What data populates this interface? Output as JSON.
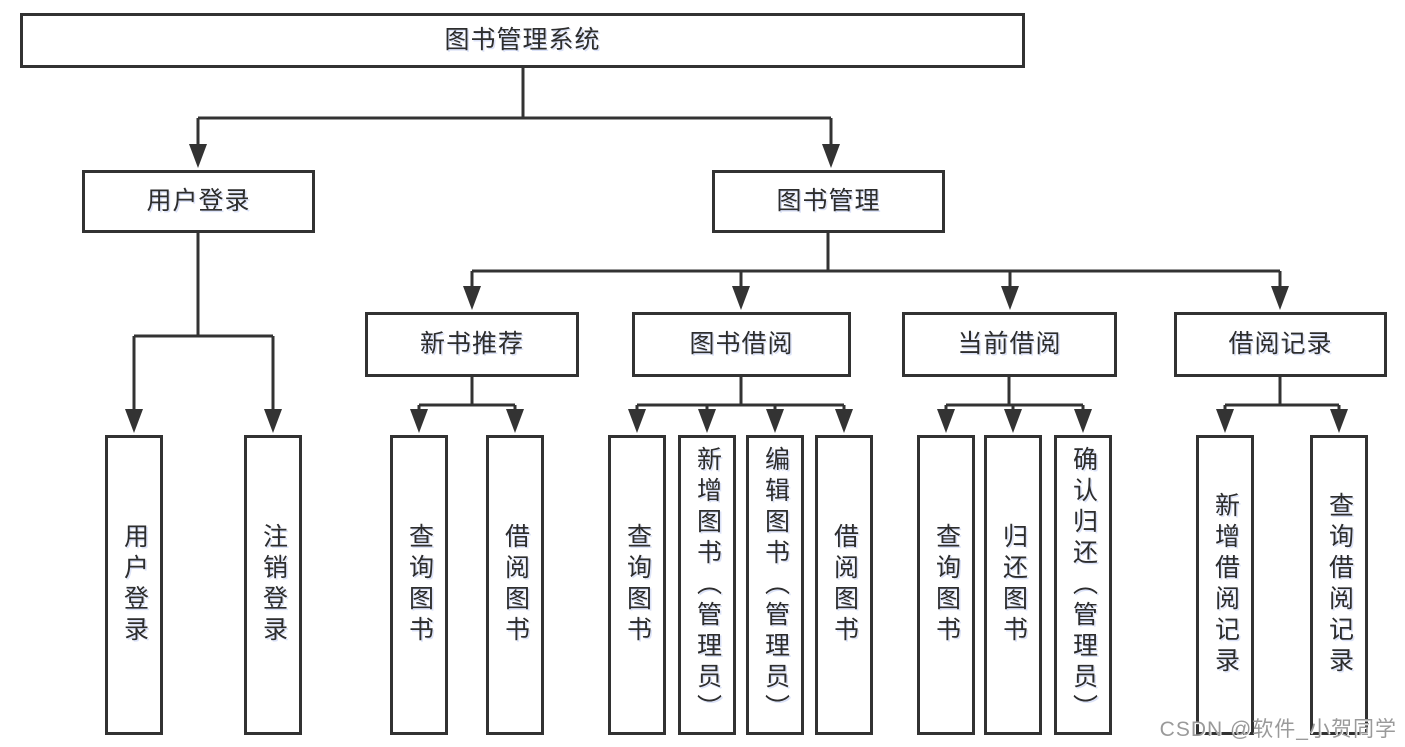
{
  "diagram": {
    "title": "图书管理系统",
    "tree": {
      "label": "图书管理系统",
      "children": [
        {
          "label": "用户登录",
          "children": [
            {
              "label": "用户登录"
            },
            {
              "label": "注销登录"
            }
          ]
        },
        {
          "label": "图书管理",
          "children": [
            {
              "label": "新书推荐",
              "children": [
                {
                  "label": "查询图书"
                },
                {
                  "label": "借阅图书"
                }
              ]
            },
            {
              "label": "图书借阅",
              "children": [
                {
                  "label": "查询图书"
                },
                {
                  "label": "新增图书（管理员）"
                },
                {
                  "label": "编辑图书（管理员）"
                },
                {
                  "label": "借阅图书"
                }
              ]
            },
            {
              "label": "当前借阅",
              "children": [
                {
                  "label": "查询图书"
                },
                {
                  "label": "归还图书"
                },
                {
                  "label": "确认归还（管理员）"
                }
              ]
            },
            {
              "label": "借阅记录",
              "children": [
                {
                  "label": "新增借阅记录"
                },
                {
                  "label": "查询借阅记录"
                }
              ]
            }
          ]
        }
      ]
    },
    "colors": {
      "line": "#333333",
      "text": "#2d2d2d",
      "background": "#ffffff",
      "watermark": "#9a9a9a"
    }
  },
  "watermark": {
    "text": "CSDN @软件_小贺同学"
  }
}
